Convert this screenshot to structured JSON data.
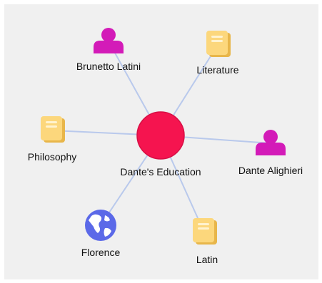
{
  "graph": {
    "center": {
      "label": "Dante's Education",
      "color": "#f5144f"
    },
    "nodes": [
      {
        "id": "brunetto",
        "label": "Brunetto Latini",
        "icon": "person-icon"
      },
      {
        "id": "literature",
        "label": "Literature",
        "icon": "book-icon"
      },
      {
        "id": "philosophy",
        "label": "Philosophy",
        "icon": "book-icon"
      },
      {
        "id": "dante",
        "label": "Dante Alighieri",
        "icon": "person-icon"
      },
      {
        "id": "florence",
        "label": "Florence",
        "icon": "globe-icon"
      },
      {
        "id": "latin",
        "label": "Latin",
        "icon": "book-icon"
      }
    ],
    "colors": {
      "edge": "#b9c9ec",
      "person": "#d31bb8",
      "book": "#fcd77c",
      "book_lines": "#fff3cf",
      "globe": "#5b69e8"
    }
  }
}
